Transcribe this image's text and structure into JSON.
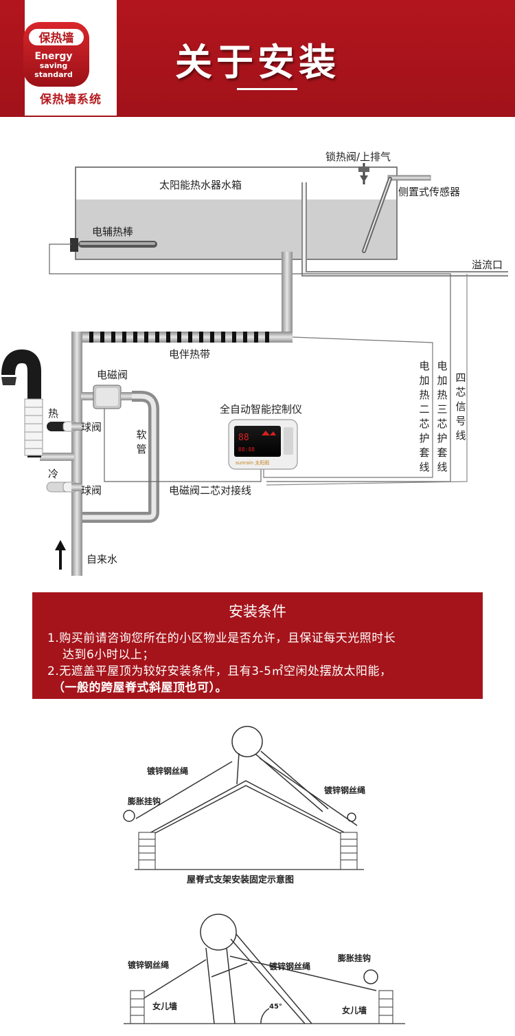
{
  "header": {
    "logo_text": "保热墙",
    "logo_sub": [
      "Energy",
      "saving",
      "standard"
    ],
    "logo_caption": "保热墙系统",
    "title": "关于安装"
  },
  "diagram": {
    "tank": "太阳能热水器水箱",
    "valve_top": "锁热阀/上排气",
    "sensor": "侧置式传感器",
    "heater_rod": "电辅热棒",
    "overflow": "溢流口",
    "heat_band": "电伴热带",
    "solenoid": "电磁阀",
    "controller": "全自动智能控制仪",
    "hot": "热",
    "cold": "冷",
    "ball_valve_1": "球阀",
    "ball_valve_2": "球阀",
    "hose": "软管",
    "solenoid_wire": "电磁阀二芯对接线",
    "tap_water": "自来水",
    "wire_2core": "电加热二芯护套线",
    "wire_3core": "电加热三芯护套线",
    "wire_4core": "四芯信号线",
    "display_brand": "sunrain 太阳雨",
    "display_digits": "88",
    "display_line": "88:88"
  },
  "conditions": {
    "title": "安装条件",
    "line1": "1.购买前请咨询您所在的小区物业是否允许，且保证每天光照时长",
    "line1b": "达到6小时以上；",
    "line2": "2.无遮盖平屋顶为较好安装条件，且有3-5㎡空闲处摆放太阳能，",
    "line2b": "（一般的跨屋脊式斜屋顶也可）。"
  },
  "roof": {
    "wire_left_top": "镀锌钢丝绳",
    "wire_right_top": "镀锌钢丝绳",
    "hook_left": "膨胀挂钩",
    "caption": "屋脊式支架安装固定示意图",
    "wire_left_bottom": "镀锌钢丝绳",
    "wire_mid_bottom": "镀锌钢丝绳",
    "hook_right": "膨胀挂钩",
    "parapet_left": "女儿墙",
    "parapet_right": "女儿墙",
    "angle": "45°"
  }
}
